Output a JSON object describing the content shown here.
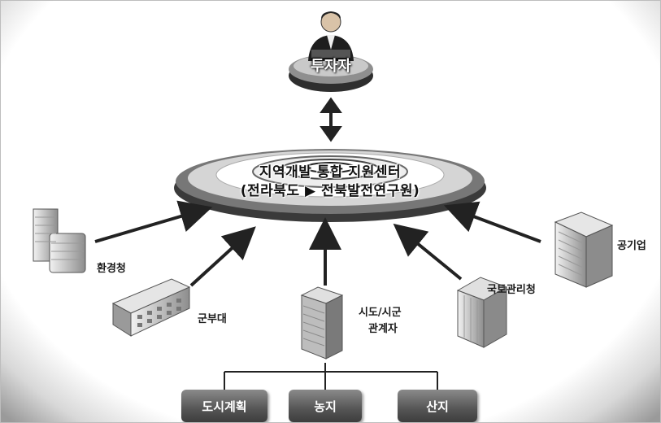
{
  "investor": {
    "label": "투자자"
  },
  "center": {
    "line1": "지역개발 통합 지원센터",
    "line2": "(전라북도 ▶ 전북발전연구원)"
  },
  "agencies": {
    "environment": "환경청",
    "military": "군부대",
    "city_line1": "시도/시군",
    "city_line2": "관계자",
    "land_admin": "국토관리청",
    "public_corp": "공기업"
  },
  "sub_boxes": [
    "도시계획",
    "농지",
    "산지"
  ],
  "icons": [
    "person-icon",
    "building-icon",
    "barracks-icon",
    "tower-icon",
    "office-icon"
  ]
}
